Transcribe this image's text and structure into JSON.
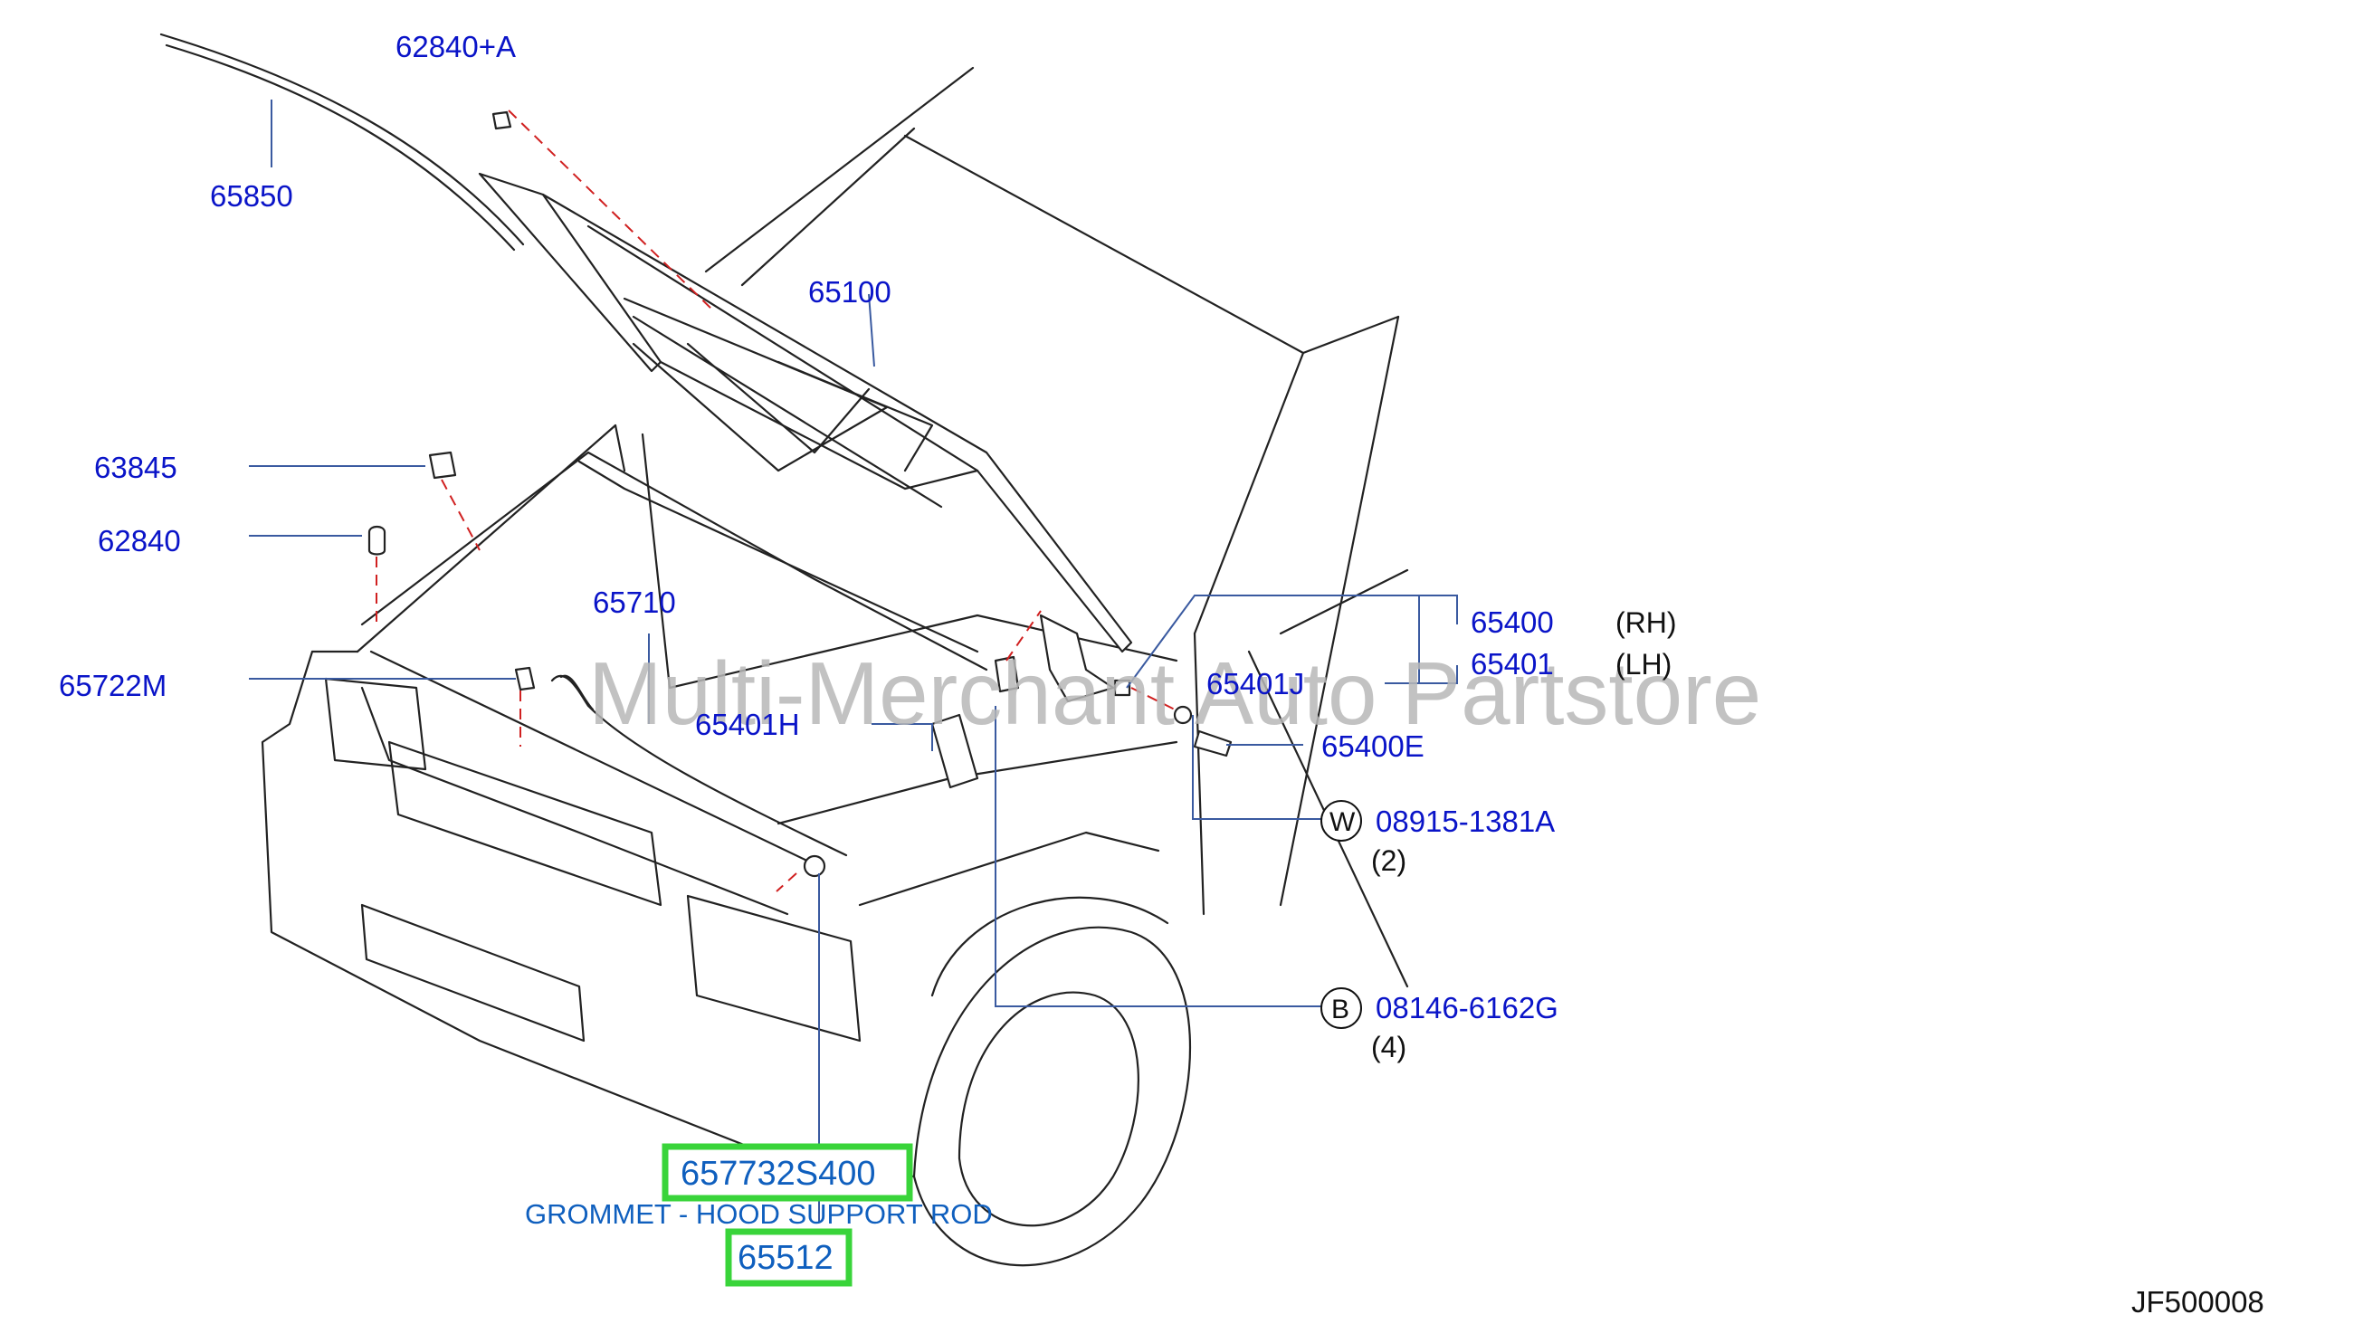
{
  "watermark": "Multi-Merchant Auto Partstore",
  "diagram_code": "JF500008",
  "parts": {
    "p62840A": "62840+A",
    "p65850": "65850",
    "p65100": "65100",
    "p63845": "63845",
    "p62840": "62840",
    "p65710": "65710",
    "p65722M": "65722M",
    "p65401H": "65401H",
    "p65400": "65400",
    "p65401": "65401",
    "p65401J": "65401J",
    "p65400E": "65400E",
    "w08915": "08915-1381A",
    "b08146": "08146-6162G"
  },
  "qualifiers": {
    "rh": "(RH)",
    "lh": "(LH)",
    "w_qty": "(2)",
    "b_qty": "(4)"
  },
  "symbols": {
    "w": "W",
    "b": "B"
  },
  "highlight": {
    "part_number": "657732S400",
    "description": "GROMMET - HOOD SUPPORT ROD",
    "ref_number": "65512",
    "color": "#39d43a"
  }
}
